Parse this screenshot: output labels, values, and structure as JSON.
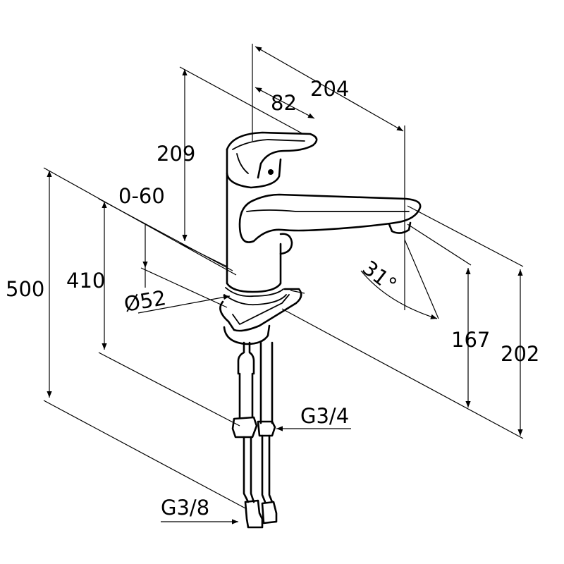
{
  "drawing": {
    "dimensions": {
      "total_height": "500",
      "deck_to_outlet_height": "410",
      "handle_travel": "0-60",
      "body_diameter": "Ø52",
      "top_height": "209",
      "spout_reach": "204",
      "handle_length": "82",
      "swivel_angle": "31°",
      "outlet_height": "167",
      "spout_height": "202"
    },
    "connections": {
      "supply_thread": "G3/4",
      "hose_thread": "G3/8"
    }
  }
}
